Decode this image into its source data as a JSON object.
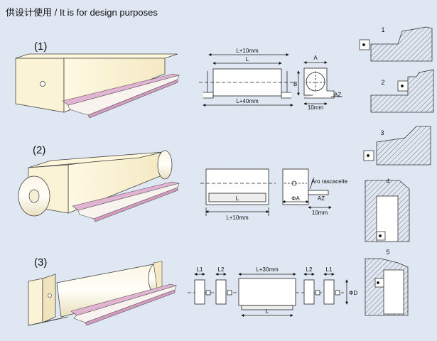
{
  "header": {
    "title": "供设计使用 / It is for design purposes"
  },
  "views": [
    {
      "label": "(1)"
    },
    {
      "label": "(2)"
    },
    {
      "label": "(3)"
    }
  ],
  "drawing1": {
    "top_dim": "L+10mm",
    "inner_dim": "L",
    "bottom_dim": "L+40mm",
    "label_a": "A",
    "label_b": "B",
    "label_az": "AZ",
    "label_10": "10mm"
  },
  "drawing2": {
    "label_l": "L",
    "bottom_dim": "L+10mm",
    "callout": "Aro rascaceite",
    "label_phia": "ΦA",
    "label_az": "AZ",
    "label_10": "10mm"
  },
  "drawing3": {
    "label_l1_left": "L1",
    "label_l2_left": "L2",
    "center_dim": "L+30mm",
    "label_l2_right": "L2",
    "label_l1_right": "L1",
    "label_l": "L",
    "label_phid": "ΦD"
  },
  "mounting": [
    {
      "number": "1"
    },
    {
      "number": "2"
    },
    {
      "number": "3"
    },
    {
      "number": "4"
    },
    {
      "number": "5"
    }
  ]
}
